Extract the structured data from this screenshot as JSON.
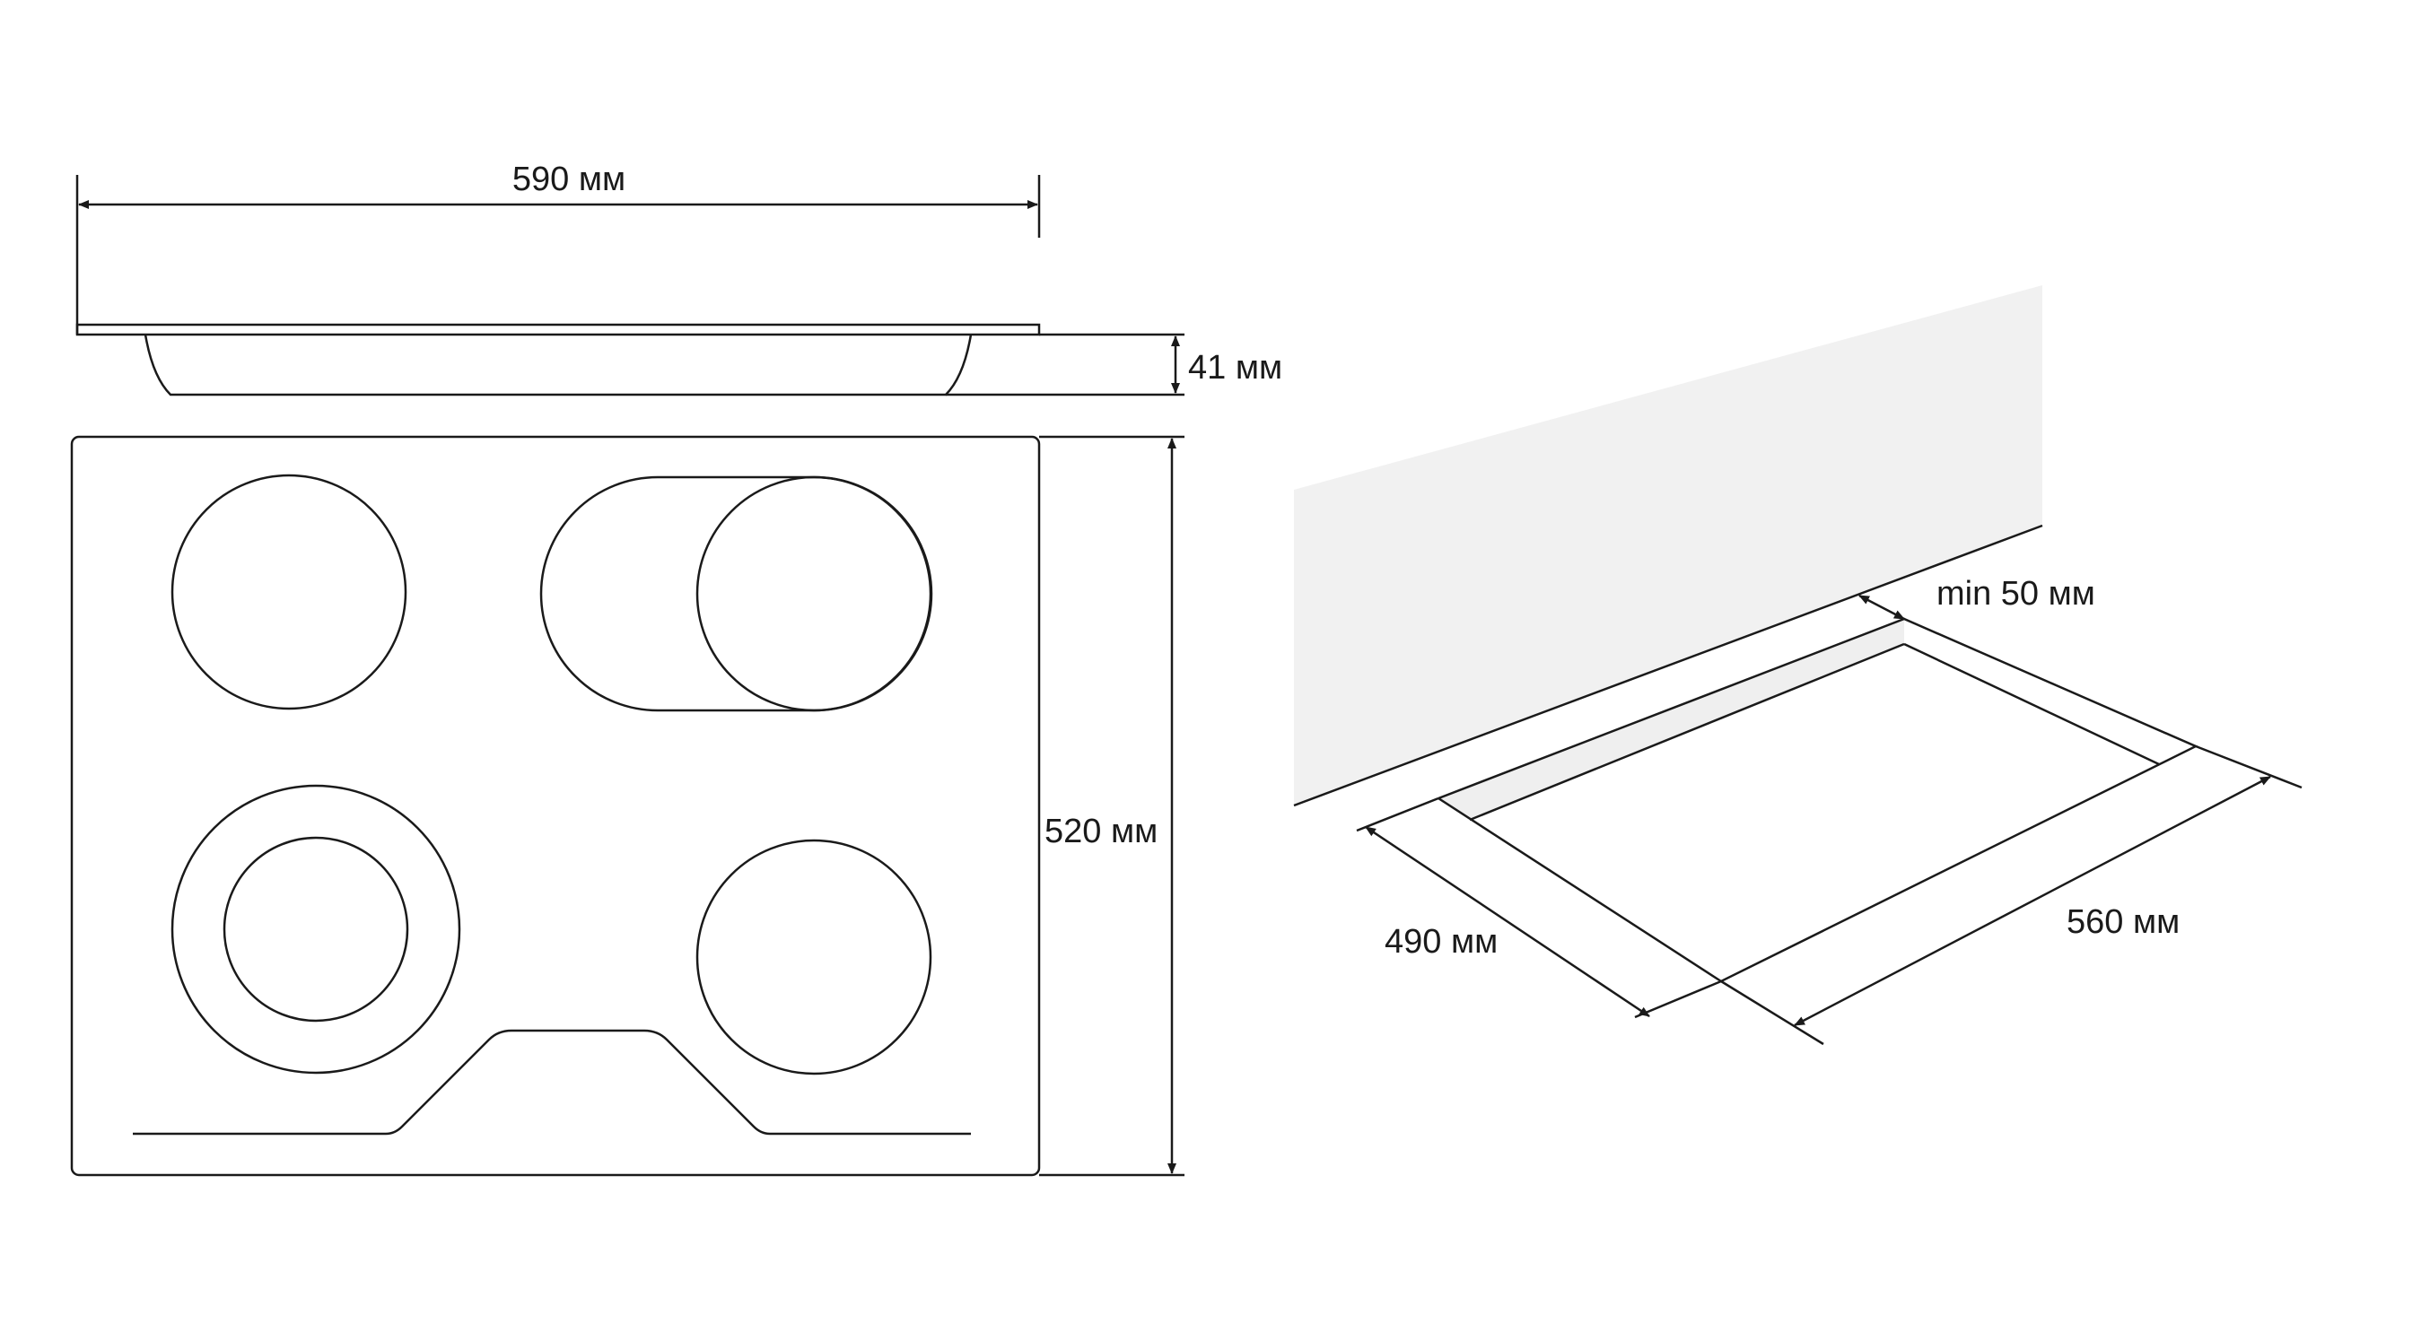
{
  "dimensions": {
    "width": "590 мм",
    "depth": "41 мм",
    "height": "520 мм",
    "gap": "min 50 мм",
    "cutout_depth": "490 мм",
    "cutout_width": "560 мм"
  },
  "colors": {
    "line": "#1a1a1a",
    "wall": "#f1f1f1",
    "background": "#ffffff"
  }
}
